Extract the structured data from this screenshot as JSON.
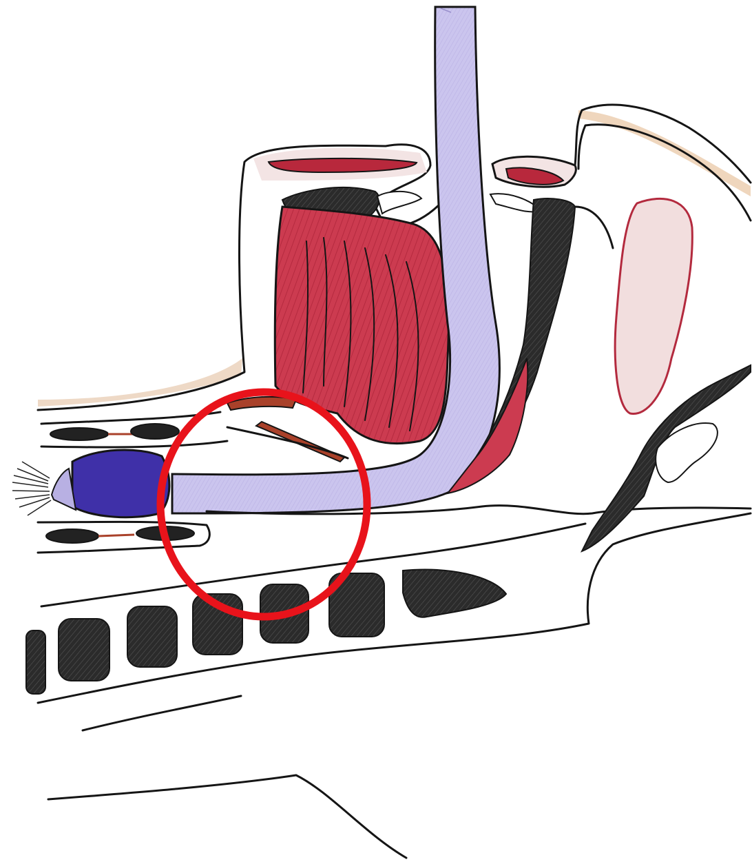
{
  "diagram": {
    "colors": {
      "background": "#ffffff",
      "outline": "#151515",
      "tube": "#c9c3ec",
      "tube_dark": "#3f30a8",
      "muscle": "#cc3b50",
      "muscle_dark": "#8e1e2e",
      "bone": "#262626",
      "skin": "#e7c7a8",
      "pale_tissue": "#f1d3d6",
      "annotation_circle": "#e8131b"
    },
    "marks": {
      "tube": "tube",
      "cuff": "balloon-cuff",
      "muscle": "muscle",
      "vertebrae": "vertebral-bodies",
      "highlight": "red-circle"
    }
  }
}
